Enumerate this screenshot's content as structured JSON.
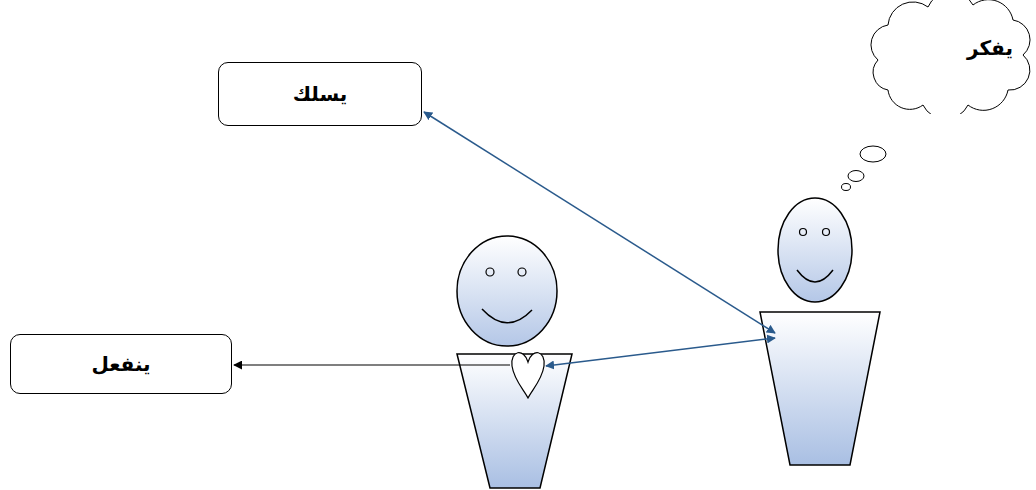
{
  "diagram": {
    "nodes": [
      {
        "text": [
          "يفكر"
        ]
      },
      {
        "text": [
          "يسلك"
        ]
      },
      {
        "text": [
          "ينفعل"
        ]
      }
    ]
  }
}
